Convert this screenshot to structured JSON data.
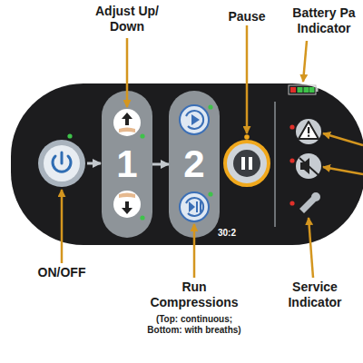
{
  "diagram": {
    "nodes": [
      {
        "text": [
          "1"
        ]
      },
      {
        "text": [
          "2"
        ]
      }
    ],
    "edges": [
      {
        "from": 0,
        "to": 1,
        "arrow": "to"
      }
    ],
    "labels": [
      "Adjust Up/ Down",
      "Pause",
      "Battery Pa Indicator",
      "ON/OFF",
      "Run Compressions",
      "(Top: continuous; Bottom: with breaths)",
      "Service Indicator",
      "30:2"
    ]
  }
}
